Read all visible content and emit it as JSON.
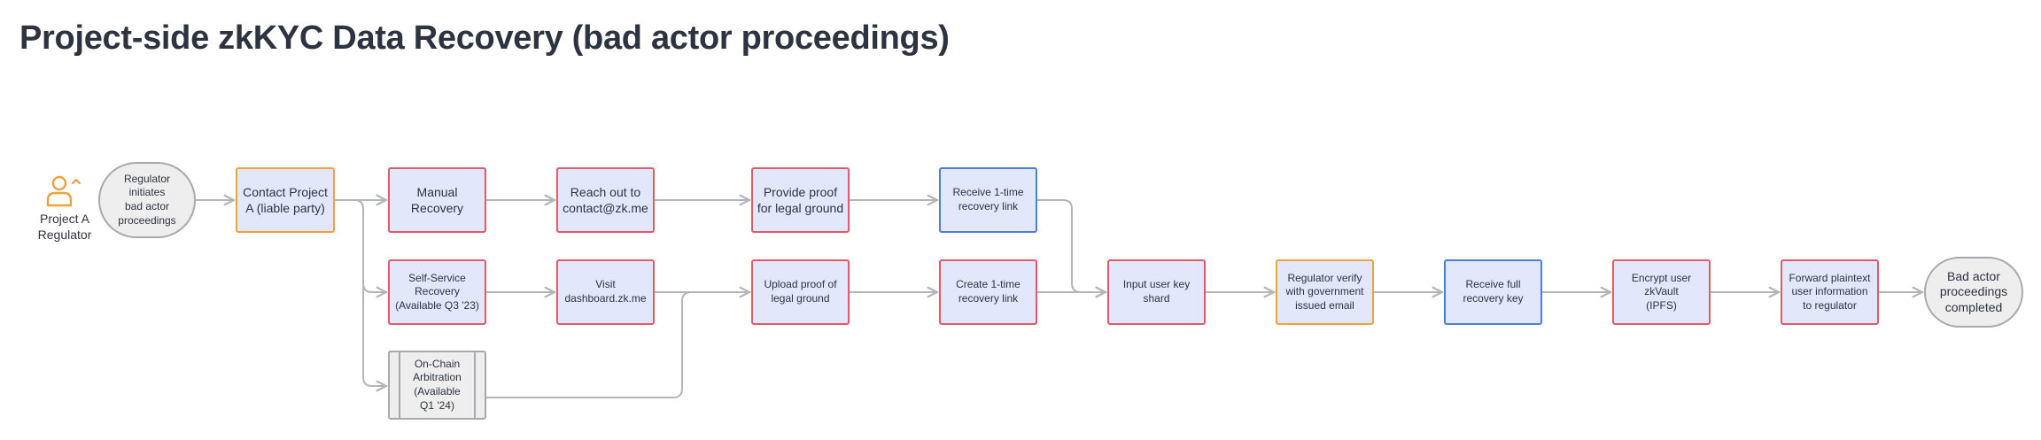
{
  "title": "Project-side zkKYC Data Recovery (bad actor proceedings)",
  "actor": {
    "label_line1": "Project A",
    "label_line2": "Regulator",
    "icon": "person-with-chevron-icon"
  },
  "nodes": {
    "start": [
      "Regulator",
      "initiates",
      "bad actor",
      "proceedings"
    ],
    "contact_project": [
      "Contact Project",
      "A (liable party)"
    ],
    "manual_recovery": [
      "Manual",
      "Recovery"
    ],
    "reach_out": [
      "Reach out to",
      "contact@zk.me"
    ],
    "provide_proof": [
      "Provide proof",
      "for legal ground"
    ],
    "receive_link": [
      "Receive 1-time",
      "recovery link"
    ],
    "self_service": [
      "Self-Service",
      "Recovery",
      "(Available Q3 '23)"
    ],
    "visit_dashboard": [
      "Visit",
      "dashboard.zk.me"
    ],
    "upload_proof": [
      "Upload proof of",
      "legal ground"
    ],
    "create_link": [
      "Create 1-time",
      "recovery link"
    ],
    "onchain": [
      "On-Chain",
      "Arbitration",
      "(Available",
      "Q1 '24)"
    ],
    "input_shard": [
      "Input user key",
      "shard"
    ],
    "regulator_verify": [
      "Regulator verify",
      "with government",
      "issued email"
    ],
    "receive_full_key": [
      "Receive full",
      "recovery key"
    ],
    "encrypt_vault": [
      "Encrypt user",
      "zkVault",
      "(IPFS)"
    ],
    "forward_plaintext": [
      "Forward plaintext",
      "user information",
      "to regulator"
    ],
    "end": [
      "Bad actor",
      "proceedings",
      "completed"
    ]
  },
  "colors": {
    "box_fill": "#e3e7fb",
    "border_red": "#e05a6a",
    "border_orange": "#eda23d",
    "border_blue": "#4e7fd8",
    "border_gray": "#a8a9ac",
    "terminator_fill": "#eeeeef",
    "connector": "#b3b5b9",
    "actor_icon": "#eda23d",
    "text": "#2d3440"
  }
}
